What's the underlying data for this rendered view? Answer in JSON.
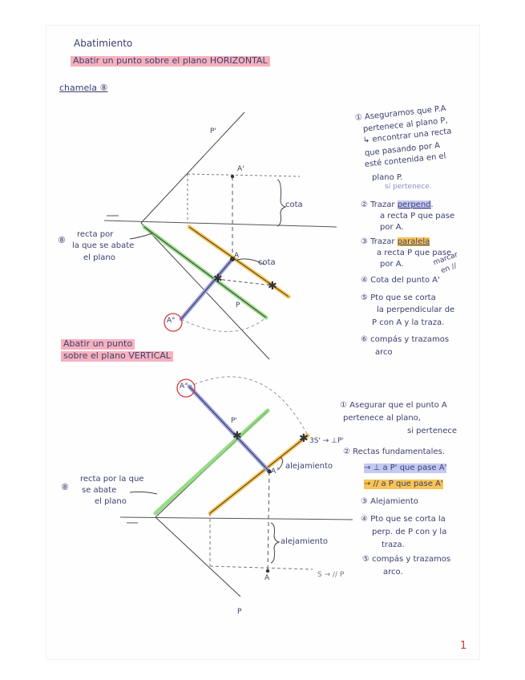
{
  "page": {
    "title": "Abatimiento",
    "section1_title": "Abatir un punto sobre el plano HORIZONTAL",
    "chamela": "chamela ⑧",
    "section2_title_line1": "Abatir un punto",
    "section2_title_line2": "sobre el plano VERTICAL",
    "page_number": "1"
  },
  "figure1": {
    "labels": {
      "p_prime": "P'",
      "a_prime": "A'",
      "cota": "cota",
      "cota2": "cota",
      "a_point": "A",
      "p": "P",
      "a_ab": "A°"
    },
    "side_note_marker": "⑧",
    "side_note": [
      "recta por",
      "la que se abate",
      "el plano"
    ]
  },
  "steps1": [
    [
      "① Aseguramos que P.A",
      "pertenece al plano P,",
      "↳ encontrar una recta",
      "que pasando por A",
      "esté contenida en el",
      "plano P."
    ],
    [
      "si pertenece."
    ],
    [
      "② Trazar ",
      "perpend",
      ".",
      "a recta P que pase",
      "por A."
    ],
    [
      "③ Trazar ",
      "paralela",
      "a recta P que pase",
      "por A."
    ],
    [
      "④ Cota del punto A'"
    ],
    [
      "⑤ Pto que se corta",
      "la perpendicular de",
      "P con A y la traza."
    ],
    [
      "⑥ compás y trazamos",
      "arco"
    ]
  ],
  "steps1_extra": {
    "marcar": "marcar",
    "en": "en //"
  },
  "figure2": {
    "labels": {
      "a_ab": "A°",
      "p_prime": "P'",
      "a_dprime": "A´",
      "alejamiento_top": "alejamiento",
      "ss_label": "3S' → ⊥P'",
      "alejamiento_bottom": "alejamiento",
      "a_point": "A",
      "s_label": "S → // P",
      "p": "P"
    },
    "side_note_marker": "⑧",
    "side_note": [
      "recta por la que",
      "se abate",
      "el plano"
    ]
  },
  "steps2": {
    "s1": [
      "① Asegurar que el punto A",
      "pertenece al plano,",
      "si pertenece"
    ],
    "s2": "② Rectas fundamentales.",
    "s2a": "→ ⊥ a P' que pase A'",
    "s2b": "→ // a P que pase A'",
    "s3": "③ Alejamiento",
    "s4": [
      "④ Pto que se corta la",
      "perp. de P con y la",
      "traza."
    ],
    "s5": [
      "⑤ compás y trazamos",
      "arco."
    ]
  },
  "colors": {
    "ink": "#3a3f6e",
    "pink_highlight": "#f6b1bd",
    "blue_highlight": "#c5c9f2",
    "orange": "#f9c453",
    "green": "#7fd36b",
    "purple": "#9aa0e8",
    "red_circle": "#d23b3b"
  }
}
